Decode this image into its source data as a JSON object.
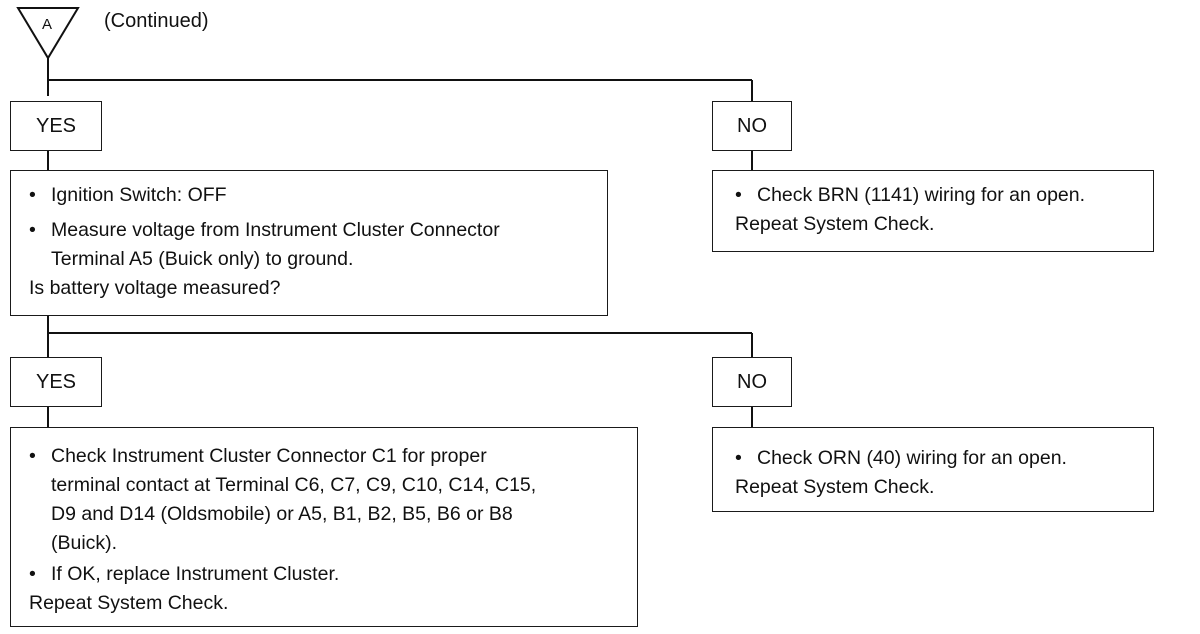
{
  "connector": {
    "letter": "A"
  },
  "header": {
    "text": "(Continued)"
  },
  "step1": {
    "yes_label": "YES",
    "no_label": "NO",
    "yes_box": {
      "bullets": [
        "Ignition Switch: OFF",
        "Measure voltage from Instrument Cluster Connector\nTerminal A5 (Buick only) to ground."
      ],
      "question": "Is battery voltage measured?"
    },
    "no_box": {
      "bullets": [
        "Check BRN (1141) wiring for an open."
      ],
      "note": "Repeat System Check."
    }
  },
  "step2": {
    "yes_label": "YES",
    "no_label": "NO",
    "yes_box": {
      "bullets": [
        "Check Instrument Cluster Connector C1 for proper\nterminal contact at Terminal C6, C7, C9, C10, C14, C15,\nD9 and D14 (Oldsmobile) or A5, B1, B2, B5, B6 or B8\n(Buick).",
        "If OK, replace Instrument Cluster."
      ],
      "note": "Repeat System Check."
    },
    "no_box": {
      "bullets": [
        "Check ORN (40) wiring for an open."
      ],
      "note": "Repeat System Check."
    }
  },
  "bullet_glyph": "•"
}
